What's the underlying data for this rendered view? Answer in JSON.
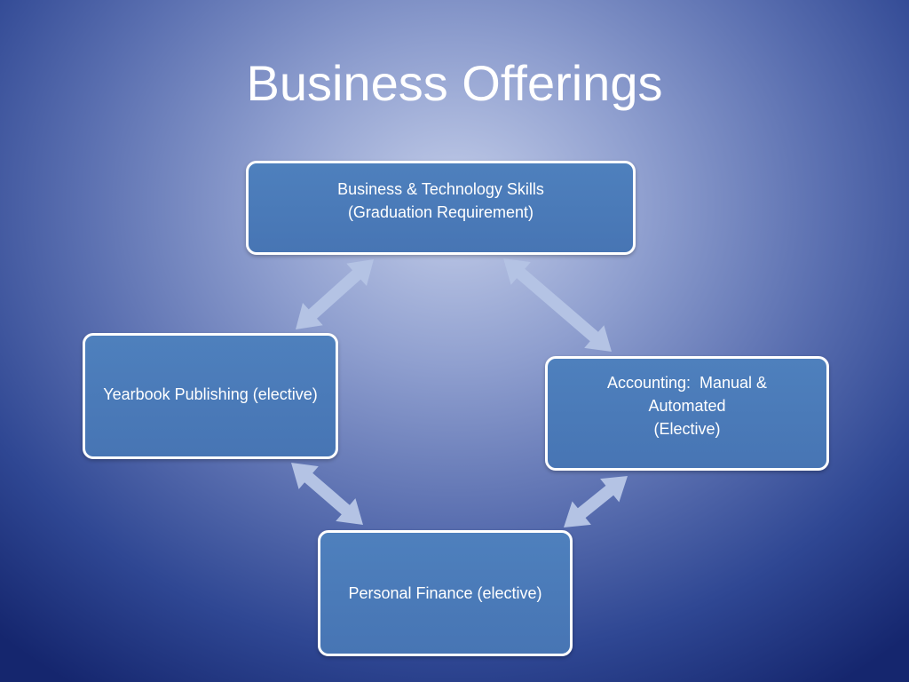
{
  "title": "Business Offerings",
  "colors": {
    "node_fill": "#4f81bd",
    "node_border": "#ffffff",
    "arrow": "#b4c3e4"
  },
  "nodes": [
    {
      "id": "business-technology",
      "lines": [
        "Business & Technology Skills",
        "(Graduation Requirement)"
      ]
    },
    {
      "id": "accounting",
      "lines": [
        "Accounting:  Manual &",
        "Automated",
        "(Elective)"
      ]
    },
    {
      "id": "personal-finance",
      "lines": [
        "Personal Finance (elective)"
      ]
    },
    {
      "id": "yearbook-publishing",
      "lines": [
        "Yearbook Publishing (elective)"
      ]
    }
  ],
  "connections": [
    {
      "from": "business-technology",
      "to": "accounting",
      "type": "double-arrow"
    },
    {
      "from": "accounting",
      "to": "personal-finance",
      "type": "double-arrow"
    },
    {
      "from": "personal-finance",
      "to": "yearbook-publishing",
      "type": "double-arrow"
    },
    {
      "from": "yearbook-publishing",
      "to": "business-technology",
      "type": "double-arrow"
    }
  ]
}
